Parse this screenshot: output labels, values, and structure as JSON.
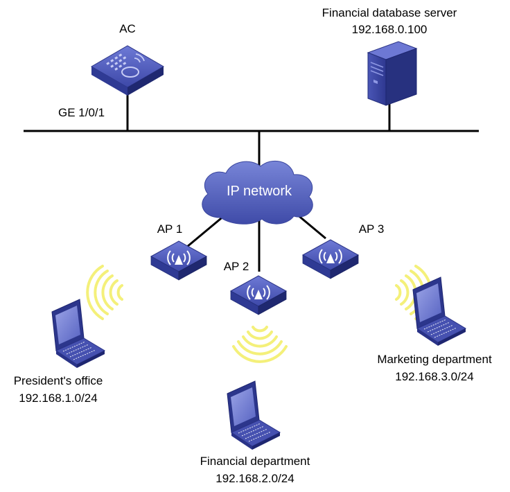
{
  "ac": {
    "label": "AC",
    "port": "GE 1/0/1"
  },
  "server": {
    "name": "Financial database server",
    "ip": "192.168.0.100"
  },
  "network": {
    "label": "IP network"
  },
  "aps": [
    {
      "label": "AP 1"
    },
    {
      "label": "AP 2"
    },
    {
      "label": "AP 3"
    }
  ],
  "departments": [
    {
      "name": "President's office",
      "subnet": "192.168.1.0/24"
    },
    {
      "name": "Financial department",
      "subnet": "192.168.2.0/24"
    },
    {
      "name": "Marketing department",
      "subnet": "192.168.3.0/24"
    }
  ],
  "colors": {
    "device_blue": "#3b46a8",
    "cloud": "#5866c4",
    "wifi_wave": "#f4f07a",
    "line": "#000000"
  },
  "icons": [
    "access-controller-icon",
    "server-tower-icon",
    "cloud-icon",
    "access-point-icon",
    "laptop-icon",
    "wifi-signal-icon"
  ]
}
